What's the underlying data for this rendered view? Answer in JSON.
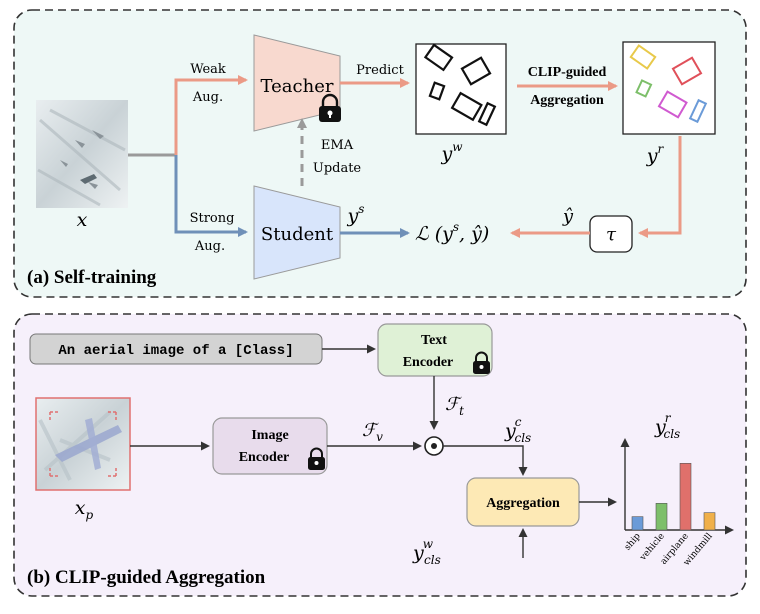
{
  "panel_a": {
    "caption": "(a) Self-training",
    "teacher": "Teacher",
    "student": "Student",
    "weak_aug_line1": "Weak",
    "weak_aug_line2": "Aug.",
    "strong_aug_line1": "Strong",
    "strong_aug_line2": "Aug.",
    "predict": "Predict",
    "ema_line1": "EMA",
    "ema_line2": "Update",
    "clip_line1": "CLIP-guided",
    "clip_line2": "Aggregation",
    "input_label": "x",
    "yw_base": "y",
    "yw_sup": "w",
    "yr_base": "y",
    "yr_sup": "r",
    "ys_base": "y",
    "ys_sup": "s",
    "yhat": "ŷ",
    "tau": "τ",
    "loss": "ℒ (y",
    "loss_sup": "s",
    "loss_tail": ", ŷ)"
  },
  "panel_b": {
    "caption": "(b) CLIP-guided Aggregation",
    "prompt": "An aerial image of a [Class]",
    "text_encoder_line1": "Text",
    "text_encoder_line2": "Encoder",
    "image_encoder_line1": "Image",
    "image_encoder_line2": "Encoder",
    "aggregation": "Aggregation",
    "fv_base": "ℱ",
    "fv_sub": "v",
    "ft_base": "ℱ",
    "ft_sub": "t",
    "dot_op": "⊙",
    "xp_base": "x",
    "xp_sub": "p",
    "ycls_c_base": "y",
    "ycls_c_sup": "c",
    "ycls_c_sub": "cls",
    "ycls_w_base": "y",
    "ycls_w_sup": "w",
    "ycls_w_sub": "cls",
    "ycls_r_base": "y",
    "ycls_r_sup": "r",
    "ycls_r_sub": "cls"
  },
  "chart_data": {
    "type": "bar",
    "categories": [
      "ship",
      "vehicle",
      "airplane",
      "windmill"
    ],
    "values": [
      1,
      2,
      5,
      1.3
    ],
    "colors": [
      "#6b9bd8",
      "#7dbf6a",
      "#e0706b",
      "#f0b04a"
    ],
    "ylim": [
      0,
      6
    ]
  },
  "colors": {
    "panel_a_bg": "#eef8f6",
    "panel_b_bg": "#f6f0fb",
    "teacher_fill": "#f8d9cf",
    "student_fill": "#d8e5fb",
    "orange_arrow": "#eb9a86",
    "blue_arrow": "#6f90b8",
    "gray_arrow": "#9a9a9a",
    "text_encoder_fill": "#dff1d6",
    "image_encoder_fill": "#e8dcec",
    "aggregation_fill": "#fde9b5"
  }
}
